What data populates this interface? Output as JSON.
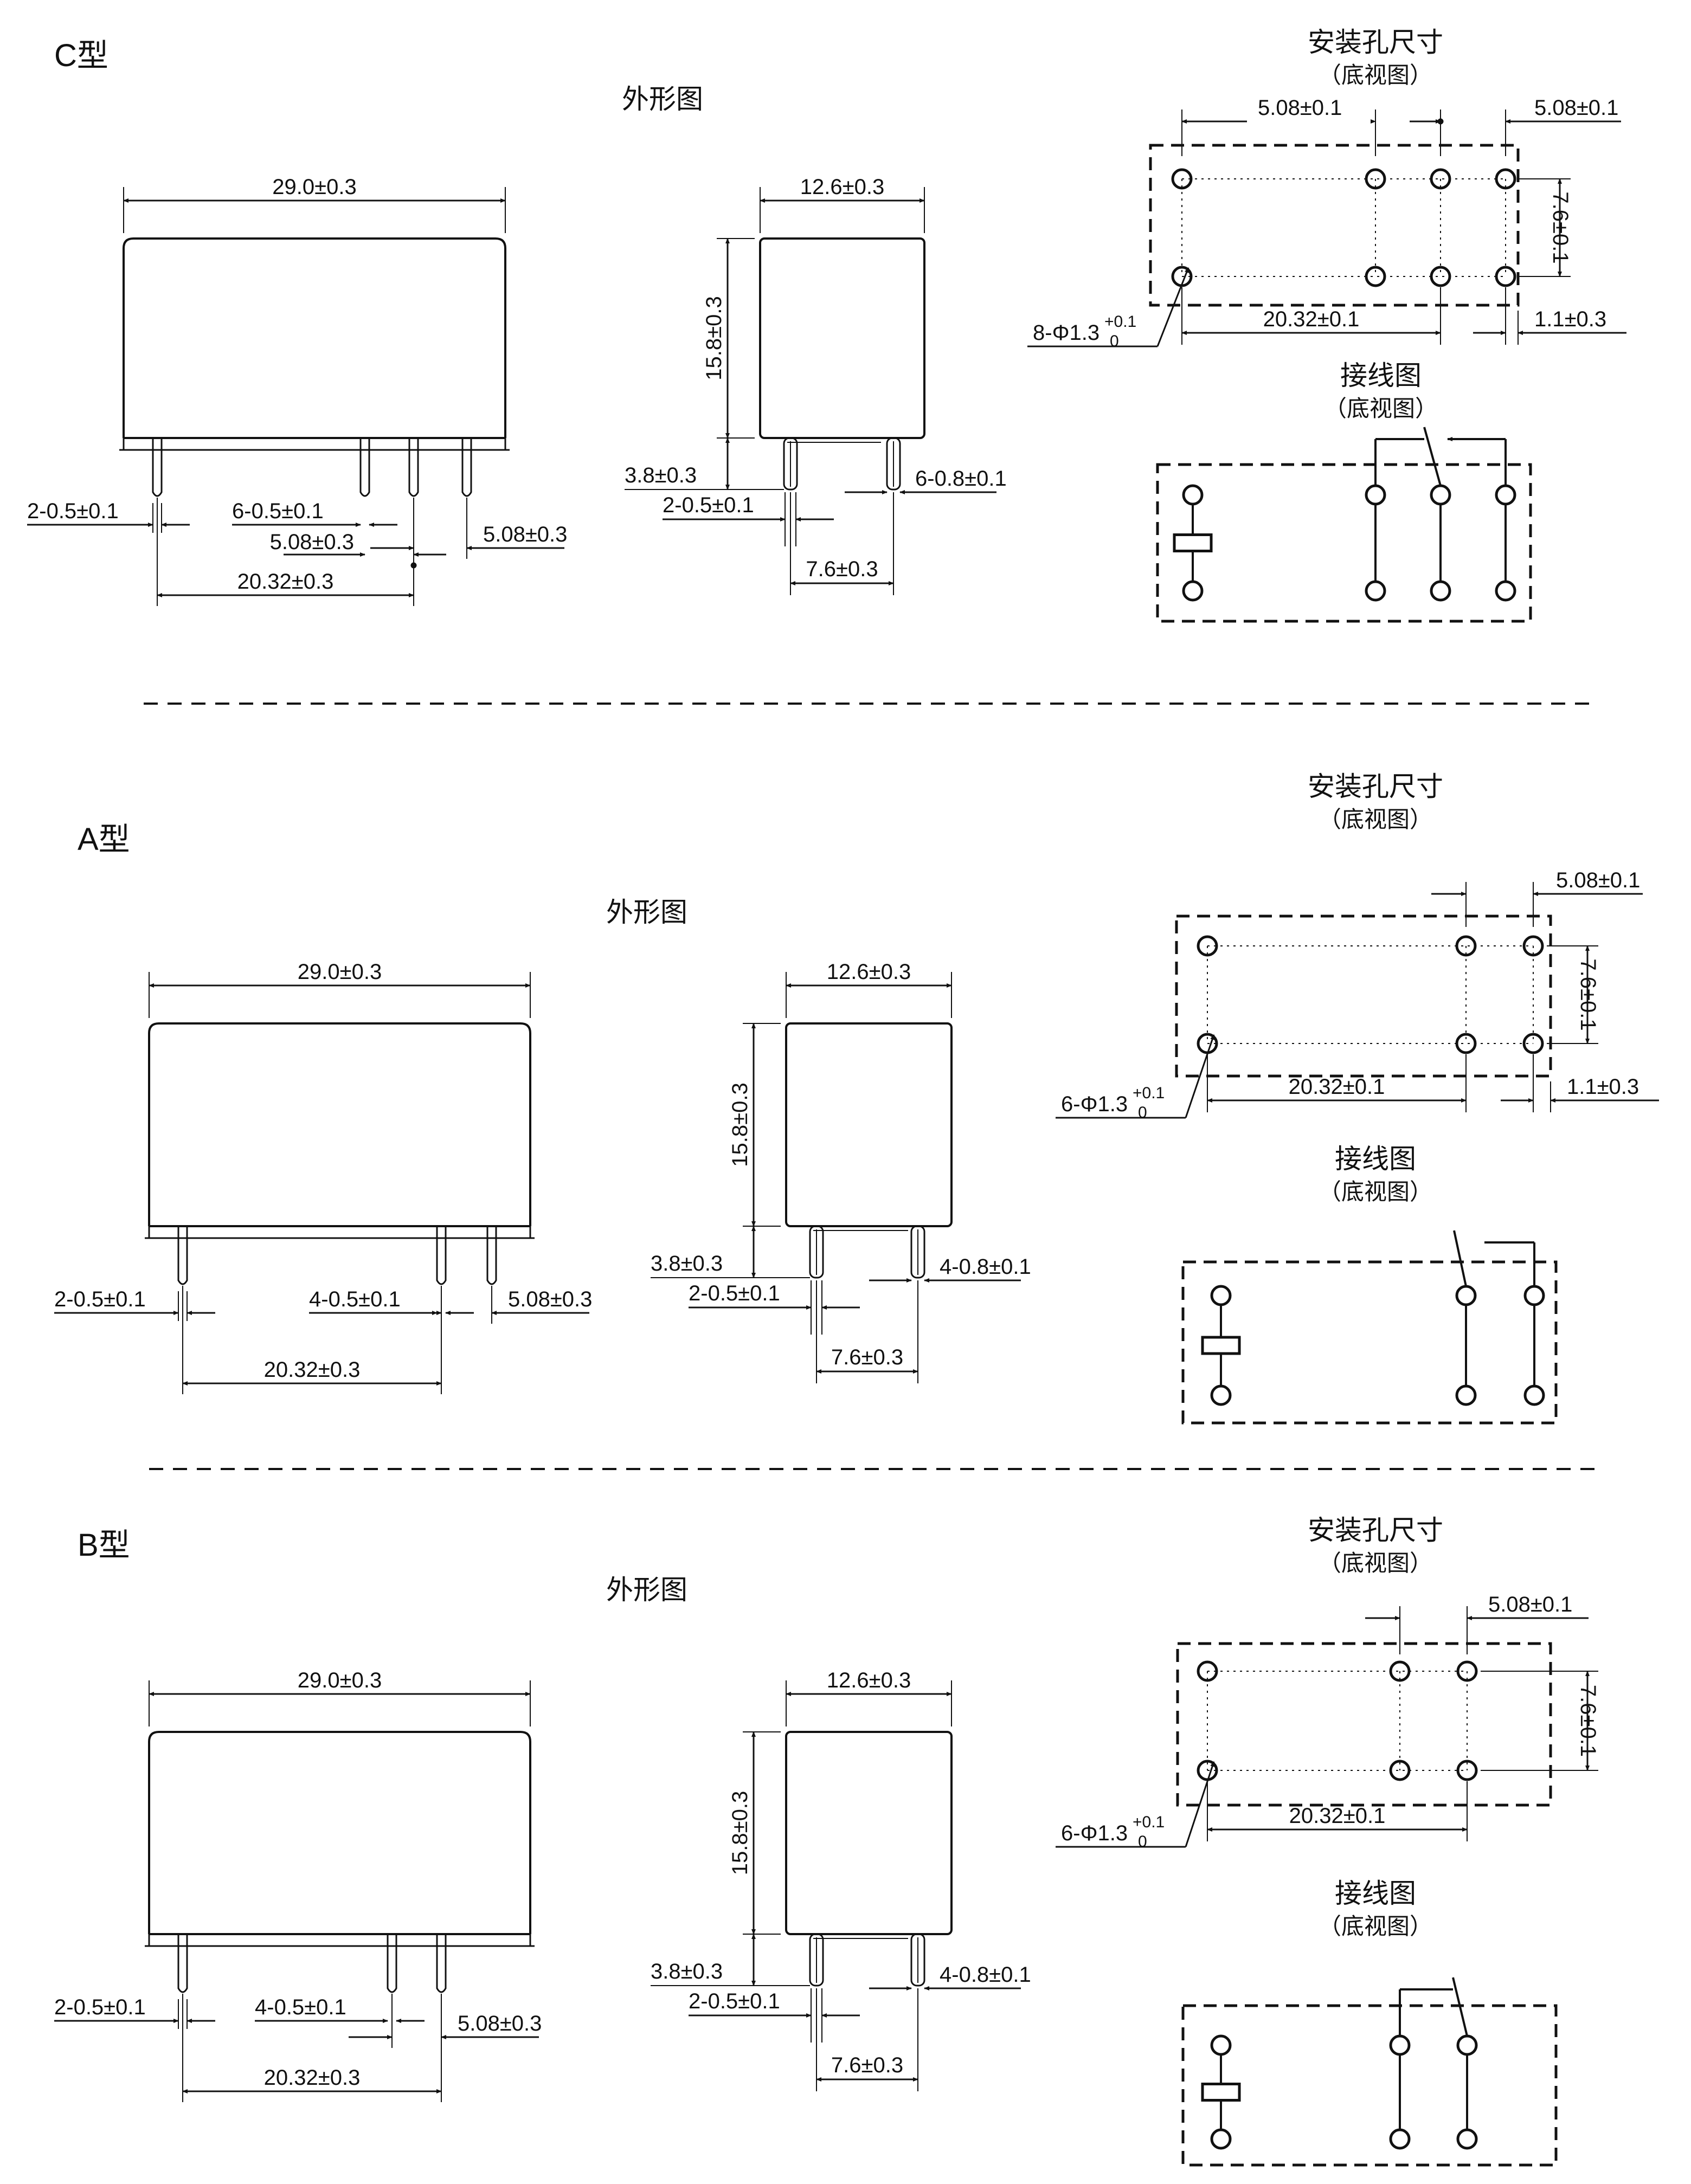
{
  "colors": {
    "ink": "#111111",
    "paper": "#ffffff"
  },
  "sections": [
    {
      "id": "c",
      "type_label": "C型",
      "outline_title": "外形图",
      "hole_title": "安装孔尺寸",
      "hole_subtitle": "（底视图）",
      "wiring_title": "接线图",
      "wiring_subtitle": "（底视图）",
      "dims": {
        "width": "29.0±0.3",
        "depth": "12.6±0.3",
        "height": "15.8±0.3",
        "pin_a": "2-0.5±0.1",
        "pin_b": "6-0.5±0.1",
        "pitch_mid": "5.08±0.3",
        "pitch_right": "5.08±0.3",
        "span": "20.32±0.3",
        "standoff": "3.8±0.3",
        "side_pin_a": "2-0.5±0.1",
        "side_pin_b": "6-0.8±0.1",
        "row_pitch": "7.6±0.3",
        "hole_pitch_left": "5.08±0.1",
        "hole_pitch_right": "5.08±0.1",
        "hole_row": "7.6±0.1",
        "hole_span": "20.32±0.1",
        "hole_edge": "1.1±0.3",
        "hole_count": "8-Φ1.3",
        "tol_upper": "+0.1",
        "tol_lower": "0"
      }
    },
    {
      "id": "a",
      "type_label": "A型",
      "outline_title": "外形图",
      "hole_title": "安装孔尺寸",
      "hole_subtitle": "（底视图）",
      "wiring_title": "接线图",
      "wiring_subtitle": "（底视图）",
      "dims": {
        "width": "29.0±0.3",
        "depth": "12.6±0.3",
        "height": "15.8±0.3",
        "pin_a": "2-0.5±0.1",
        "pin_b": "4-0.5±0.1",
        "pitch_right": "5.08±0.3",
        "span": "20.32±0.3",
        "standoff": "3.8±0.3",
        "side_pin_a": "2-0.5±0.1",
        "side_pin_b": "4-0.8±0.1",
        "row_pitch": "7.6±0.3",
        "hole_pitch_right": "5.08±0.1",
        "hole_row": "7.6±0.1",
        "hole_span": "20.32±0.1",
        "hole_edge": "1.1±0.3",
        "hole_count": "6-Φ1.3",
        "tol_upper": "+0.1",
        "tol_lower": "0"
      }
    },
    {
      "id": "b",
      "type_label": "B型",
      "outline_title": "外形图",
      "hole_title": "安装孔尺寸",
      "hole_subtitle": "（底视图）",
      "wiring_title": "接线图",
      "wiring_subtitle": "（底视图）",
      "dims": {
        "width": "29.0±0.3",
        "depth": "12.6±0.3",
        "height": "15.8±0.3",
        "pin_a": "2-0.5±0.1",
        "pin_b": "4-0.5±0.1",
        "pitch_right": "5.08±0.3",
        "span": "20.32±0.3",
        "standoff": "3.8±0.3",
        "side_pin_a": "2-0.5±0.1",
        "side_pin_b": "4-0.8±0.1",
        "row_pitch": "7.6±0.3",
        "hole_pitch_right": "5.08±0.1",
        "hole_row": "7.6±0.1",
        "hole_span": "20.32±0.1",
        "hole_count": "6-Φ1.3",
        "tol_upper": "+0.1",
        "tol_lower": "0"
      }
    }
  ]
}
